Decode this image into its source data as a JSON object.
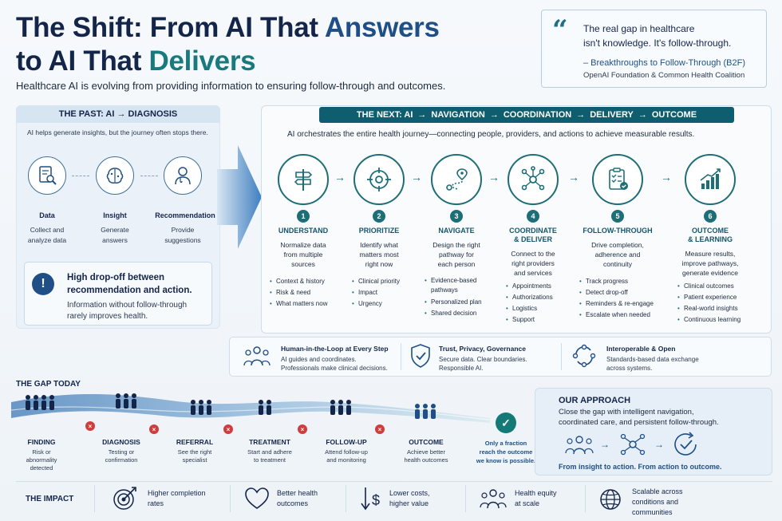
{
  "header": {
    "title_line1_a": "The Shift: From AI That ",
    "title_line1_b": "Answers",
    "title_line2_a": "to AI That ",
    "title_line2_b": "Delivers",
    "subtitle": "Healthcare AI is evolving from providing information to ensuring follow-through and outcomes."
  },
  "quote": {
    "line1": "The real gap in healthcare",
    "line2": "isn't knowledge. It's follow-through.",
    "source": "– Breakthroughs to Follow-Through (B2F)",
    "org": "OpenAI Foundation & Common Health Coalition"
  },
  "past": {
    "heading_a": "THE PAST: AI",
    "heading_b": "DIAGNOSIS",
    "arrow": "→",
    "description": "AI helps generate insights, but the journey often stops there.",
    "steps": [
      {
        "label": "Data",
        "sub1": "Collect and",
        "sub2": "analyze data"
      },
      {
        "label": "Insight",
        "sub1": "Generate",
        "sub2": "answers"
      },
      {
        "label": "Recommendation",
        "sub1": "Provide",
        "sub2": "suggestions"
      }
    ],
    "warning": {
      "icon": "!",
      "title1": "High drop-off between",
      "title2": "recommendation and action.",
      "sub1": "Information without follow-through",
      "sub2": "rarely improves health."
    }
  },
  "next": {
    "heading": [
      "THE NEXT: AI",
      "NAVIGATION",
      "COORDINATION",
      "DELIVERY",
      "OUTCOME"
    ],
    "arrow": "→",
    "description": "AI orchestrates the entire health journey—connecting people, providers, and actions to achieve measurable results.",
    "steps": [
      {
        "num": "1",
        "title1": "UNDERSTAND",
        "title2": "",
        "desc": [
          "Normalize data",
          "from multiple",
          "sources"
        ],
        "items": [
          "Context & history",
          "Risk & need",
          "What matters now"
        ]
      },
      {
        "num": "2",
        "title1": "PRIORITIZE",
        "title2": "",
        "desc": [
          "Identify what",
          "matters most",
          "right now"
        ],
        "items": [
          "Clinical priority",
          "Impact",
          "Urgency"
        ]
      },
      {
        "num": "3",
        "title1": "NAVIGATE",
        "title2": "",
        "desc": [
          "Design the right",
          "pathway for",
          "each person"
        ],
        "items": [
          "Evidence-based pathways",
          "Personalized plan",
          "Shared decision"
        ]
      },
      {
        "num": "4",
        "title1": "COORDINATE",
        "title2": "& DELIVER",
        "desc": [
          "Connect to the",
          "right providers",
          "and services"
        ],
        "items": [
          "Appointments",
          "Authorizations",
          "Logistics",
          "Support"
        ]
      },
      {
        "num": "5",
        "title1": "FOLLOW-THROUGH",
        "title2": "",
        "desc": [
          "Drive completion,",
          "adherence and",
          "continuity"
        ],
        "items": [
          "Track progress",
          "Detect drop-off",
          "Reminders & re-engage",
          "Escalate when needed"
        ]
      },
      {
        "num": "6",
        "title1": "OUTCOME",
        "title2": "& LEARNING",
        "desc": [
          "Measure results,",
          "improve pathways,",
          "generate evidence"
        ],
        "items": [
          "Clinical outcomes",
          "Patient experience",
          "Real-world insights",
          "Continuous learning"
        ]
      }
    ]
  },
  "principles": [
    {
      "title": "Human-in-the-Loop at Every Step",
      "sub1": "AI guides and coordinates.",
      "sub2": "Professionals make clinical decisions."
    },
    {
      "title": "Trust, Privacy, Governance",
      "sub1": "Secure data. Clear boundaries.",
      "sub2": "Responsible AI."
    },
    {
      "title": "Interoperable & Open",
      "sub1": "Standards-based data exchange",
      "sub2": "across systems."
    }
  ],
  "gap": {
    "heading": "THE GAP TODAY",
    "stages": [
      {
        "label": "FINDING",
        "sub1": "Risk or",
        "sub2": "abnormality",
        "sub3": "detected"
      },
      {
        "label": "DIAGNOSIS",
        "sub1": "Testing or",
        "sub2": "confirmation",
        "sub3": ""
      },
      {
        "label": "REFERRAL",
        "sub1": "See the right",
        "sub2": "specialist",
        "sub3": ""
      },
      {
        "label": "TREATMENT",
        "sub1": "Start and adhere",
        "sub2": "to treatment",
        "sub3": ""
      },
      {
        "label": "FOLLOW-UP",
        "sub1": "Attend follow-up",
        "sub2": "and monitoring",
        "sub3": ""
      },
      {
        "label": "OUTCOME",
        "sub1": "Achieve better",
        "sub2": "health outcomes",
        "sub3": ""
      }
    ],
    "drop_mark": "×",
    "check_mark": "✓",
    "final1": "Only a fraction",
    "final2": "reach the outcome",
    "final3": "we know is possible."
  },
  "approach": {
    "title": "OUR APPROACH",
    "desc1": "Close the gap with intelligent navigation,",
    "desc2": "coordinated care, and persistent follow-through.",
    "arrow": "→",
    "footer": "From insight to action. From action to outcome."
  },
  "impact": {
    "heading": "THE IMPACT",
    "items": [
      {
        "l1": "Higher completion",
        "l2": "rates"
      },
      {
        "l1": "Better health",
        "l2": "outcomes"
      },
      {
        "l1": "Lower costs,",
        "l2": "higher value"
      },
      {
        "l1": "Health equity",
        "l2": "at scale"
      },
      {
        "l1": "Scalable across",
        "l2": "conditions and",
        "l3": "communities"
      }
    ]
  },
  "colors": {
    "navy": "#14254a",
    "blue": "#1f4f86",
    "teal": "#1e6e78",
    "drop_red": "#d13c3c"
  }
}
